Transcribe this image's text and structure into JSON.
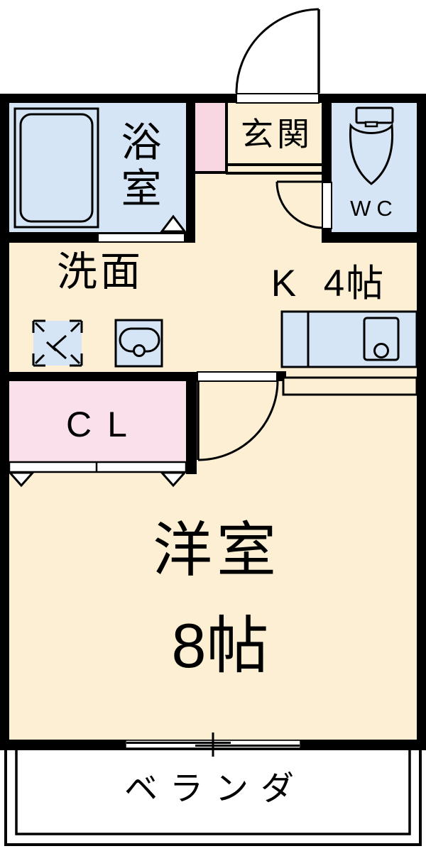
{
  "rooms": {
    "bath": {
      "label": "浴室"
    },
    "entrance": {
      "label": "玄関"
    },
    "toilet": {
      "label": "WC"
    },
    "washroom": {
      "label": "洗面"
    },
    "kitchen": {
      "label": "K 4帖"
    },
    "closet": {
      "label": "CL"
    },
    "living": {
      "label": "洋室",
      "size": "8帖"
    },
    "veranda": {
      "label": "ベランダ"
    }
  },
  "colors": {
    "wall": "#000000",
    "floor": "#FCEFD3",
    "wet_area": "#D5E5F6",
    "entrance_cabinet": "#F8D7E3",
    "closet": "#FAE0EB",
    "background": "#FFFFFF"
  }
}
